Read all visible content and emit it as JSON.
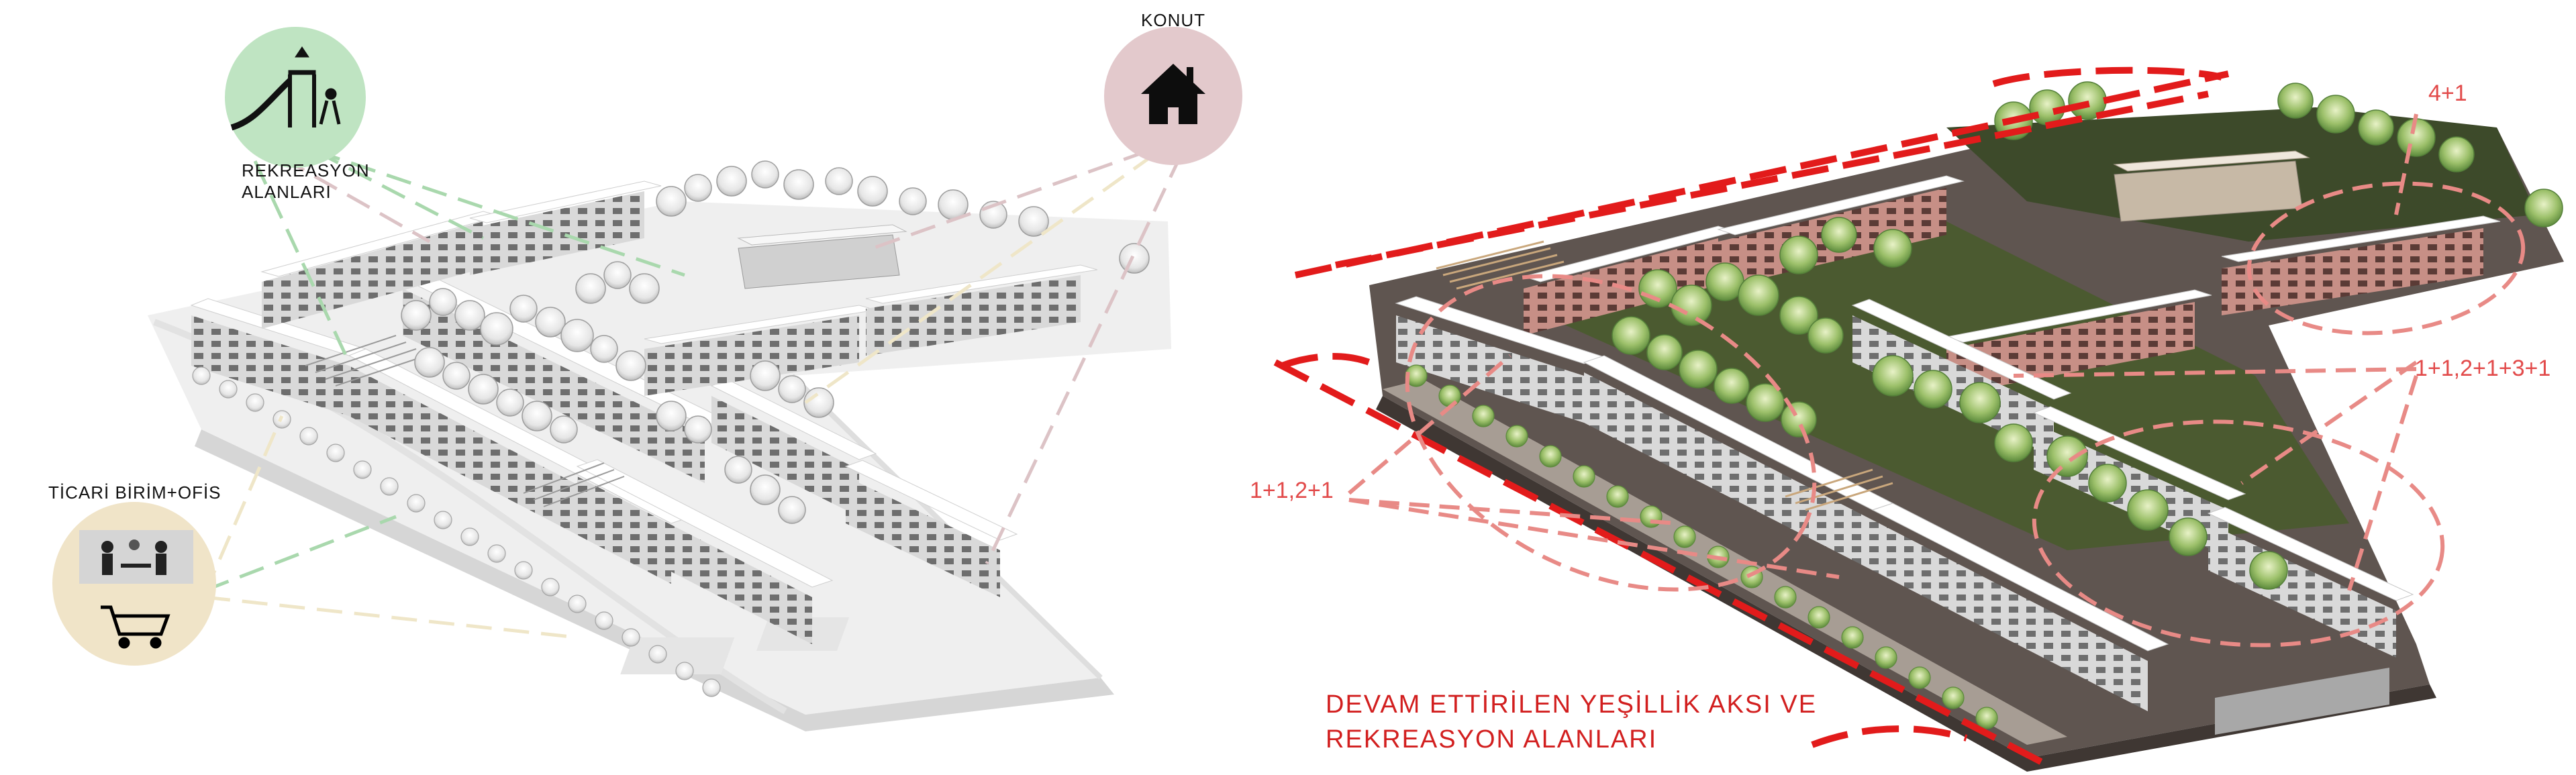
{
  "left_panel": {
    "labels": {
      "housing": "KONUT",
      "recreation_1": "REKREASYON",
      "recreation_2": "ALANLARI",
      "commercial": "TİCARİ BİRİM+OFİS"
    },
    "icons": {
      "recreation": "playground-slide-icon",
      "housing": "house-icon",
      "commercial": "shopping-cart-icon"
    },
    "colors": {
      "recreation_circle": "#bfe4c2",
      "housing_circle": "#e3c9cc",
      "commercial_circle": "#f0e4c8"
    }
  },
  "right_panel": {
    "unit_types": {
      "top": "4+1",
      "middle_right": "1+1,2+1+3+1",
      "left": "1+1,2+1"
    },
    "axis_label_1": "DEVAM ETTİRİLEN YEŞİLLİK AKSI VE",
    "axis_label_2": "REKREASYON ALANLARI",
    "colors": {
      "axis_line": "#e21b1b",
      "unit_outline": "#e88a86"
    }
  }
}
